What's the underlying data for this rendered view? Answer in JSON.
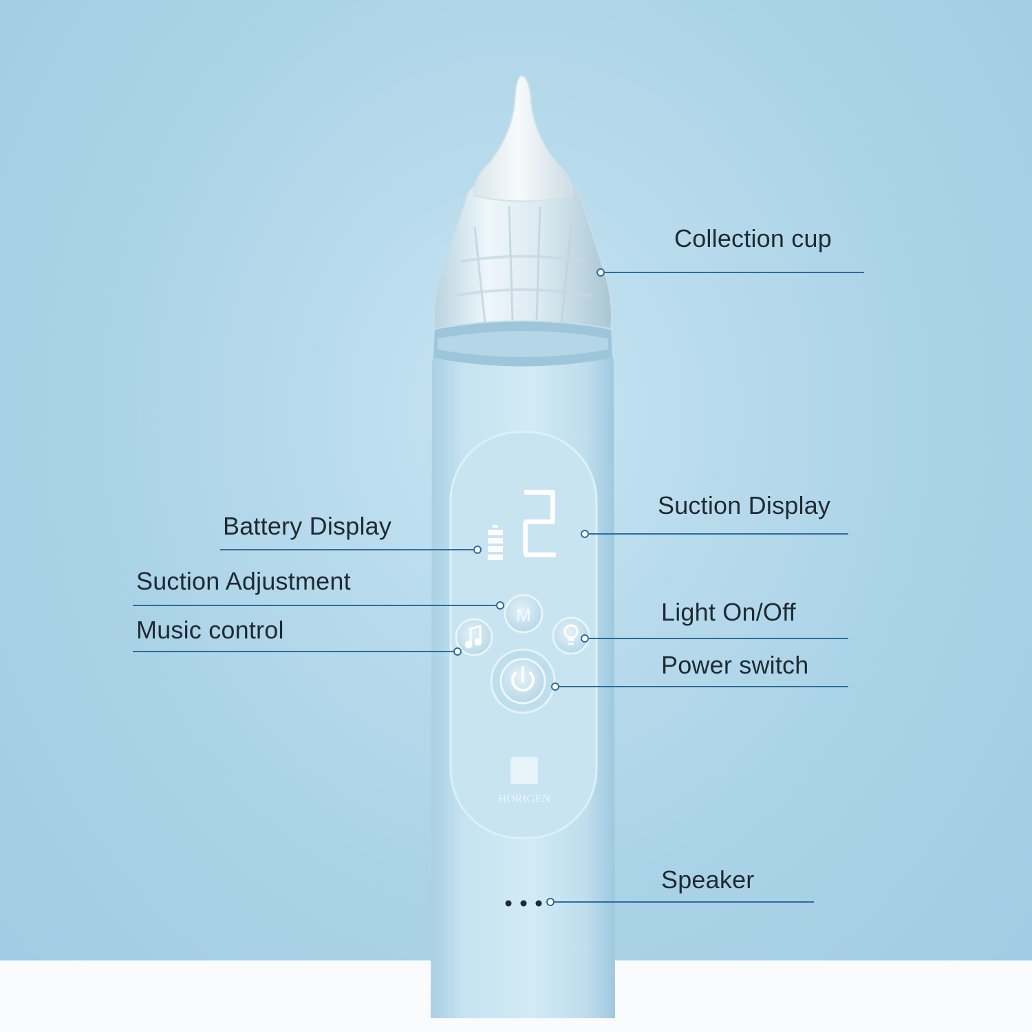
{
  "colors": {
    "background": "#abd3e7",
    "device_body": "#c3e1ef",
    "leader_line": "#2d6c9c",
    "label_text": "#1f2a33"
  },
  "device": {
    "suction_level": "2",
    "button_m_label": "M",
    "brand": "HORIGEN",
    "music_icon": "music-note-icon",
    "light_icon": "light-bulb-icon",
    "power_icon": "power-icon"
  },
  "callouts": {
    "collection_cup": "Collection cup",
    "suction_display": "Suction Display",
    "battery_display": "Battery Display",
    "suction_adjustment": "Suction Adjustment",
    "music_control": "Music control",
    "light_on_off": "Light On/Off",
    "power_switch": "Power switch",
    "speaker": "Speaker"
  }
}
